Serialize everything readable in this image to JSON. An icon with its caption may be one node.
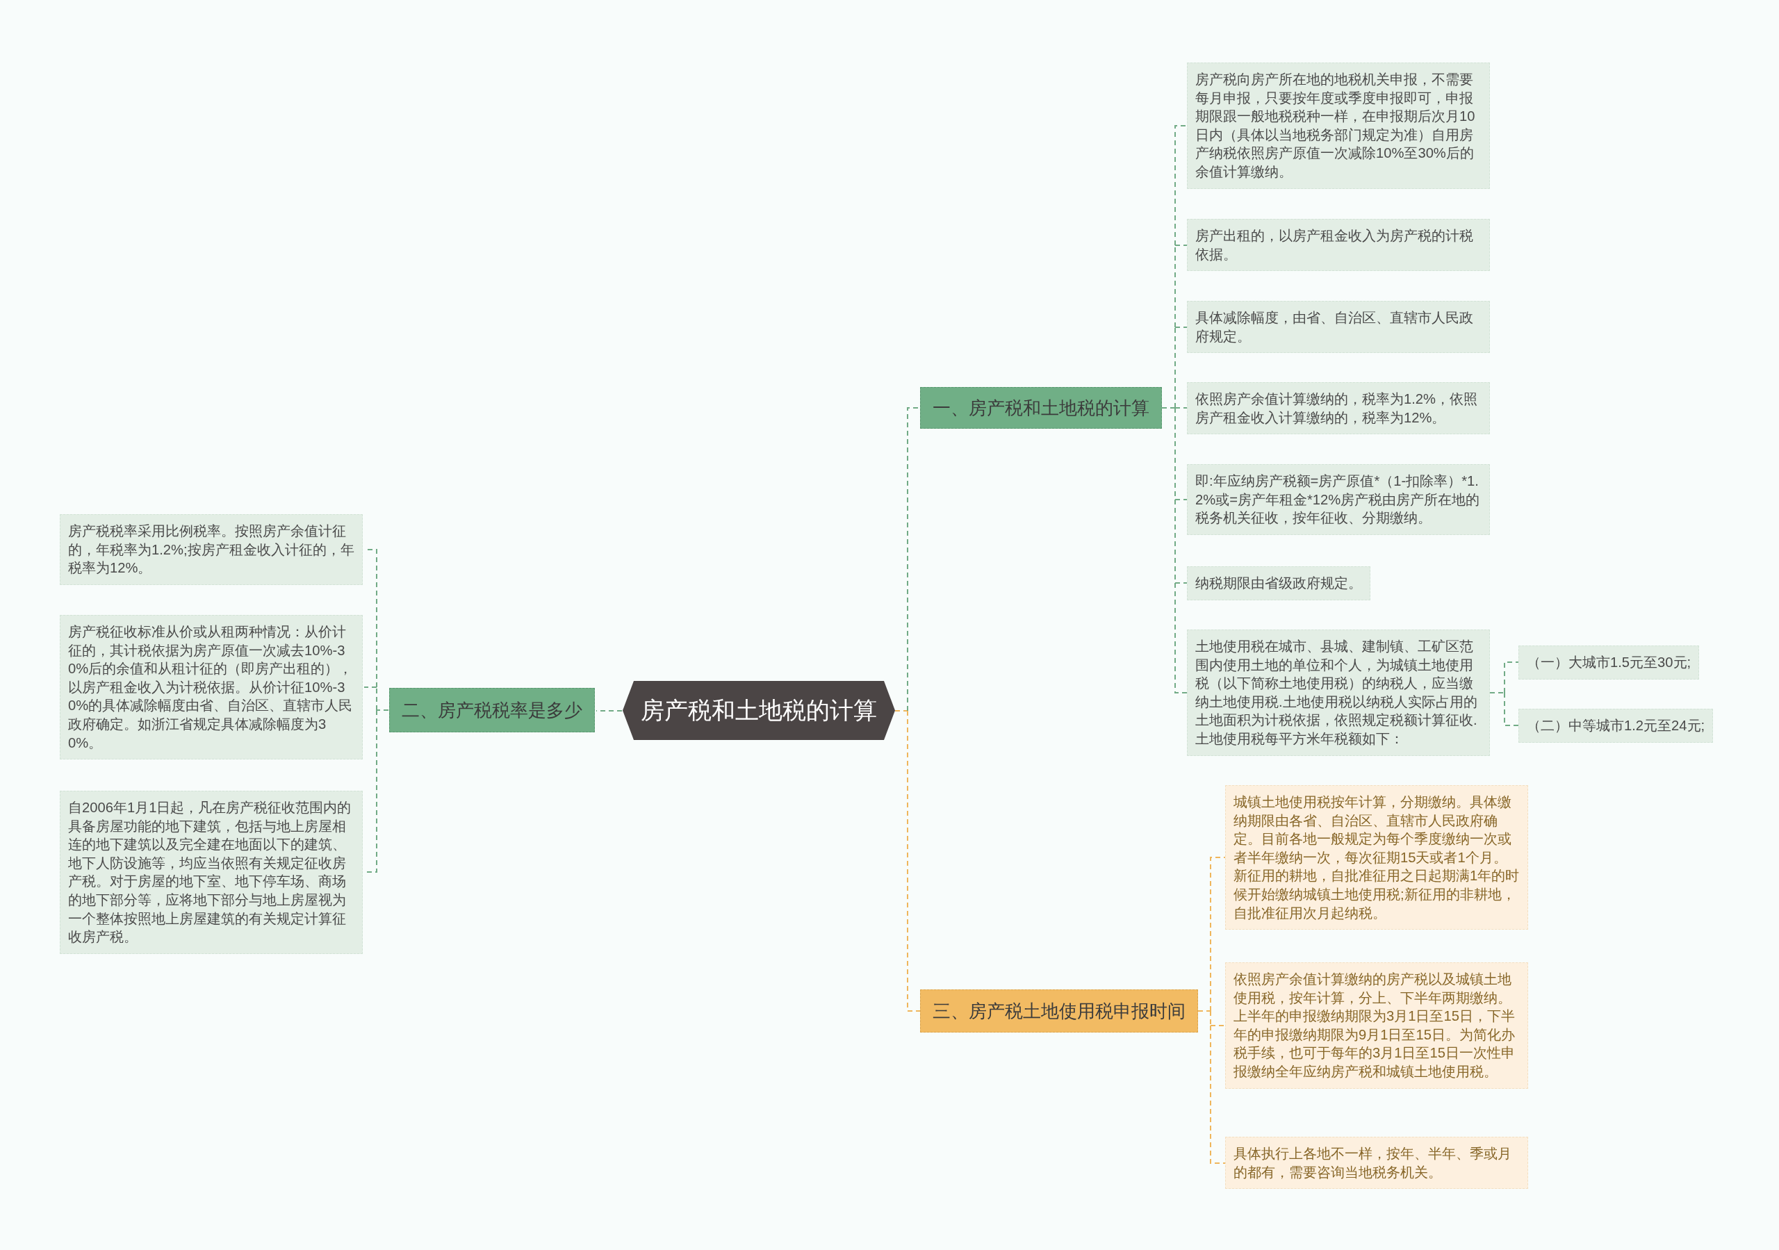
{
  "diagram": {
    "nodes": [
      {
        "text": [
          "房产税和土地税的计算"
        ]
      },
      {
        "text": [
          "一、房产税和土地税的计算"
        ]
      },
      {
        "text": [
          "房产税向房产所在地的地税机关申报，不需要每月申报，只要按年度或季度申报即可，申报期限跟一般地税税种一样，在申报期后次月10日内（具体以当地税务部门规定为准）自用房产纳税依照房产原值一次减除10%至30%后的余值计算缴纳。"
        ]
      },
      {
        "text": [
          "房产出租的，以房产租金收入为房产税的计税依据。"
        ]
      },
      {
        "text": [
          "具体减除幅度，由省、自治区、直辖市人民政府规定。"
        ]
      },
      {
        "text": [
          "依照房产余值计算缴纳的，税率为1.2%，依照房产租金收入计算缴纳的，税率为12%。"
        ]
      },
      {
        "text": [
          "即:年应纳房产税额=房产原值*（1-扣除率）*1.2%或=房产年租金*12%房产税由房产所在地的税务机关征收，按年征收、分期缴纳。"
        ]
      },
      {
        "text": [
          "纳税期限由省级政府规定。"
        ]
      },
      {
        "text": [
          "土地使用税在城市、县城、建制镇、工矿区范围内使用土地的单位和个人，为城镇土地使用税（以下简称土地使用税）的纳税人，应当缴纳土地使用税.土地使用税以纳税人实际占用的土地面积为计税依据，依照规定税额计算征收.土地使用税每平方米年税额如下："
        ]
      },
      {
        "text": [
          "（一）大城市1.5元至30元;"
        ]
      },
      {
        "text": [
          "（二）中等城市1.2元至24元;"
        ]
      },
      {
        "text": [
          "二、房产税税率是多少"
        ]
      },
      {
        "text": [
          "房产税税率采用比例税率。按照房产余值计征的，年税率为1.2%;按房产租金收入计征的，年税率为12%。"
        ]
      },
      {
        "text": [
          "房产税征收标准从价或从租两种情况：从价计征的，其计税依据为房产原值一次减去10%-30%后的余值和从租计征的（即房产出租的），以房产租金收入为计税依据。从价计征10%-30%的具体减除幅度由省、自治区、直辖市人民政府确定。如浙江省规定具体减除幅度为30%。"
        ]
      },
      {
        "text": [
          "自2006年1月1日起，凡在房产税征收范围内的具备房屋功能的地下建筑，包括与地上房屋相连的地下建筑以及完全建在地面以下的建筑、地下人防设施等，均应当依照有关规定征收房产税。对于房屋的地下室、地下停车场、商场的地下部分等，应将地下部分与地上房屋视为一个整体按照地上房屋建筑的有关规定计算征收房产税。"
        ]
      },
      {
        "text": [
          "三、房产税土地使用税申报时间"
        ]
      },
      {
        "text": [
          "城镇土地使用税按年计算，分期缴纳。具体缴纳期限由各省、自治区、直辖市人民政府确定。目前各地一般规定为每个季度缴纳一次或者半年缴纳一次，每次征期15天或者1个月。新征用的耕地，自批准征用之日起期满1年的时候开始缴纳城镇土地使用税;新征用的非耕地，自批准征用次月起纳税。"
        ]
      },
      {
        "text": [
          "依照房产余值计算缴纳的房产税以及城镇土地使用税，按年计算，分上、下半年两期缴纳。上半年的申报缴纳期限为3月1日至15日，下半年的申报缴纳期限为9月1日至15日。为简化办税手续，也可于每年的3月1日至15日一次性申报缴纳全年应纳房产税和城镇土地使用税。"
        ]
      },
      {
        "text": [
          "具体执行上各地不一样，按年、半年、季或月的都有，需要咨询当地税务机关。"
        ]
      }
    ],
    "edges": [
      {
        "from": 0,
        "to": 1,
        "arrow": "none"
      },
      {
        "from": 0,
        "to": 11,
        "arrow": "none"
      },
      {
        "from": 0,
        "to": 15,
        "arrow": "none",
        "color": "#efb65c"
      },
      {
        "from": 1,
        "to": 2,
        "arrow": "none"
      },
      {
        "from": 1,
        "to": 3,
        "arrow": "none"
      },
      {
        "from": 1,
        "to": 4,
        "arrow": "none"
      },
      {
        "from": 1,
        "to": 5,
        "arrow": "none"
      },
      {
        "from": 1,
        "to": 6,
        "arrow": "none"
      },
      {
        "from": 1,
        "to": 7,
        "arrow": "none"
      },
      {
        "from": 1,
        "to": 8,
        "arrow": "none"
      },
      {
        "from": 8,
        "to": 9,
        "arrow": "none"
      },
      {
        "from": 8,
        "to": 10,
        "arrow": "none"
      },
      {
        "from": 11,
        "to": 12,
        "arrow": "none"
      },
      {
        "from": 11,
        "to": 13,
        "arrow": "none"
      },
      {
        "from": 11,
        "to": 14,
        "arrow": "none"
      },
      {
        "from": 15,
        "to": 16,
        "arrow": "none",
        "color": "#efb65c"
      },
      {
        "from": 15,
        "to": 17,
        "arrow": "none",
        "color": "#efb65c"
      },
      {
        "from": 15,
        "to": 18,
        "arrow": "none",
        "color": "#efb65c"
      }
    ]
  }
}
